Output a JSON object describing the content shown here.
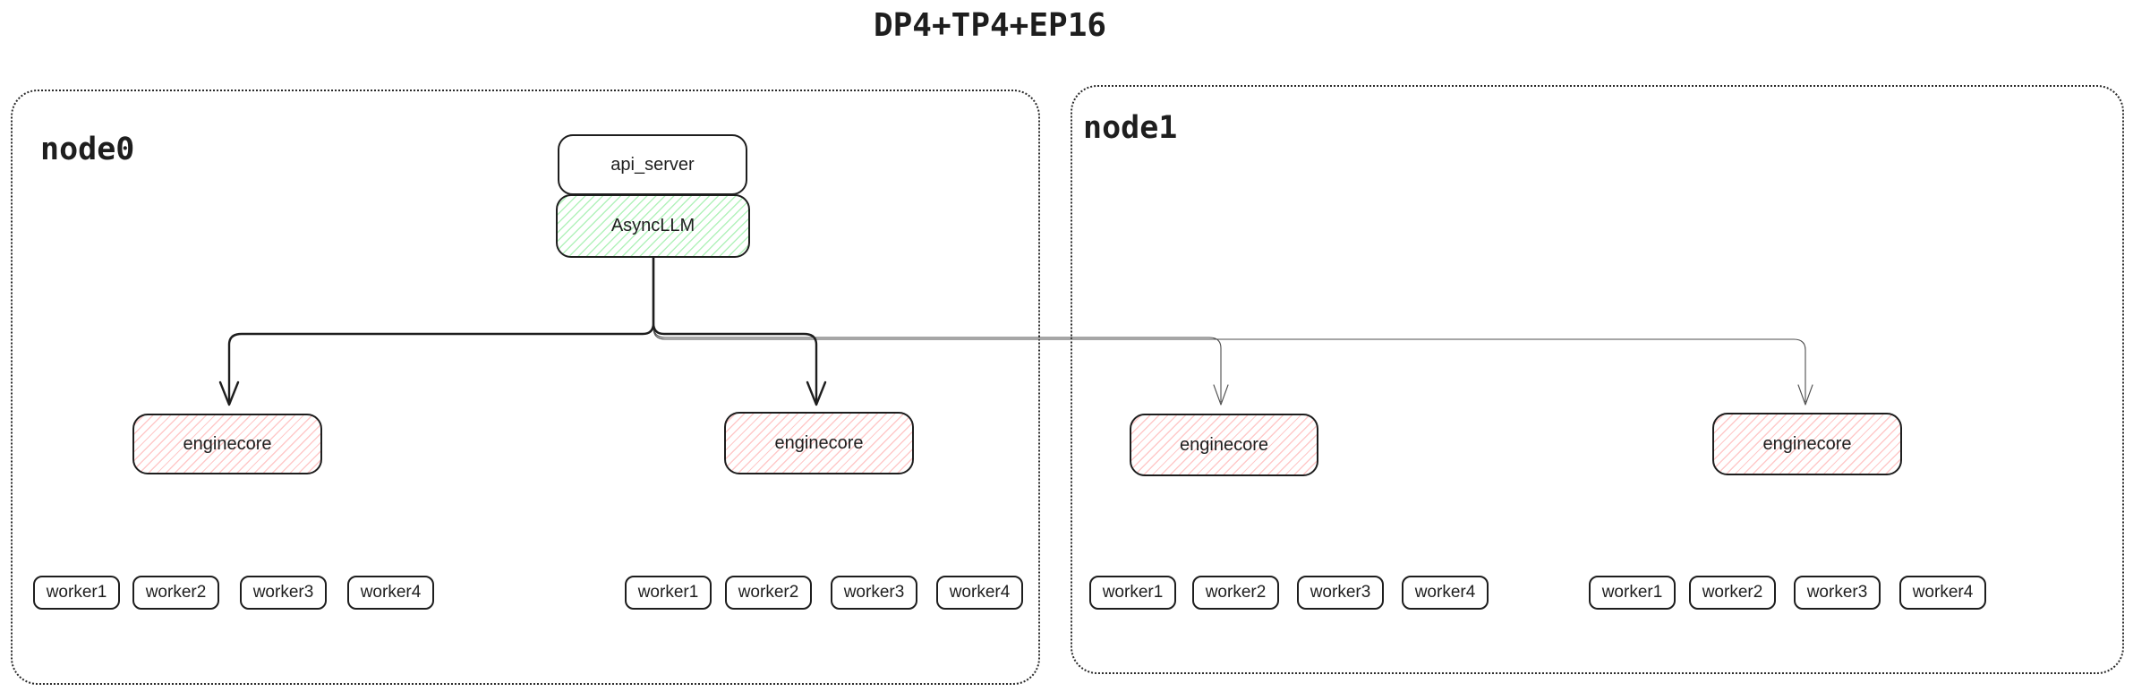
{
  "title": "DP4+TP4+EP16",
  "nodes": [
    {
      "label": "node0"
    },
    {
      "label": "node1"
    }
  ],
  "api_server": {
    "label": "api_server"
  },
  "async_llm": {
    "label": "AsyncLLM"
  },
  "enginecores": [
    {
      "label": "enginecore"
    },
    {
      "label": "enginecore"
    },
    {
      "label": "enginecore"
    },
    {
      "label": "enginecore"
    }
  ],
  "worker_groups": [
    {
      "workers": [
        "worker1",
        "worker2",
        "worker3",
        "worker4"
      ]
    },
    {
      "workers": [
        "worker1",
        "worker2",
        "worker3",
        "worker4"
      ]
    },
    {
      "workers": [
        "worker1",
        "worker2",
        "worker3",
        "worker4"
      ]
    },
    {
      "workers": [
        "worker1",
        "worker2",
        "worker3",
        "worker4"
      ]
    }
  ],
  "colors": {
    "stroke": "#1e1e1e",
    "green_hatch": "#b2f2bb",
    "red_hatch": "#ffc9c9",
    "thin_arrow": "#4d4d4d",
    "background": "#ffffff"
  }
}
